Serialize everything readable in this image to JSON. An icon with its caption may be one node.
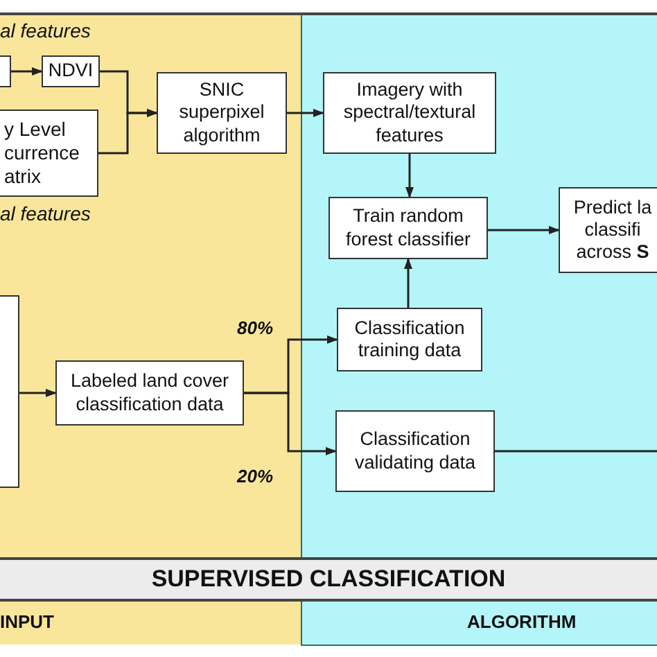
{
  "diagram": {
    "nodes": [
      {
        "text": [],
        "shape": "box"
      },
      {
        "text": [
          "NDVI"
        ]
      },
      {
        "text": [
          "y Level currence atrix"
        ]
      },
      {
        "text": [
          "SNIC superpixel algorithm"
        ]
      },
      {
        "text": [
          "Imagery with spectral/textural features"
        ]
      },
      {
        "text": [
          "Train random forest classifier"
        ]
      },
      {
        "text": [
          "Predict la classifi across **S**"
        ]
      },
      {
        "text": [],
        "shape": "box"
      },
      {
        "text": [
          "Labeled land cover classification data"
        ]
      },
      {
        "text": [
          "Classification training data"
        ]
      },
      {
        "text": [
          "Classification validating data"
        ]
      },
      {
        "text": [
          "SUPERVISED CLASSIFICATION"
        ]
      },
      {
        "text": [
          "INPUT"
        ]
      },
      {
        "text": [
          "ALGORITHM"
        ]
      }
    ],
    "edges": [
      {
        "from": 0,
        "to": 1,
        "arrow": "to"
      },
      {
        "from": 1,
        "to": 3,
        "arrow": "to"
      },
      {
        "from": 2,
        "to": 3,
        "arrow": "to"
      },
      {
        "from": 3,
        "to": 4,
        "arrow": "to"
      },
      {
        "from": 4,
        "to": 5,
        "arrow": "to"
      },
      {
        "from": 9,
        "to": 5,
        "arrow": "to"
      },
      {
        "from": 5,
        "to": 6,
        "arrow": "to"
      },
      {
        "from": 7,
        "to": 8,
        "arrow": "to"
      },
      {
        "from": 8,
        "to": 9,
        "label": "80%",
        "arrow": "to"
      },
      {
        "from": 8,
        "to": 10,
        "label": "20%",
        "arrow": "to"
      },
      {
        "from": 10,
        "to": null,
        "arrow": "none"
      }
    ],
    "labels": [
      "al features",
      "al features"
    ]
  }
}
